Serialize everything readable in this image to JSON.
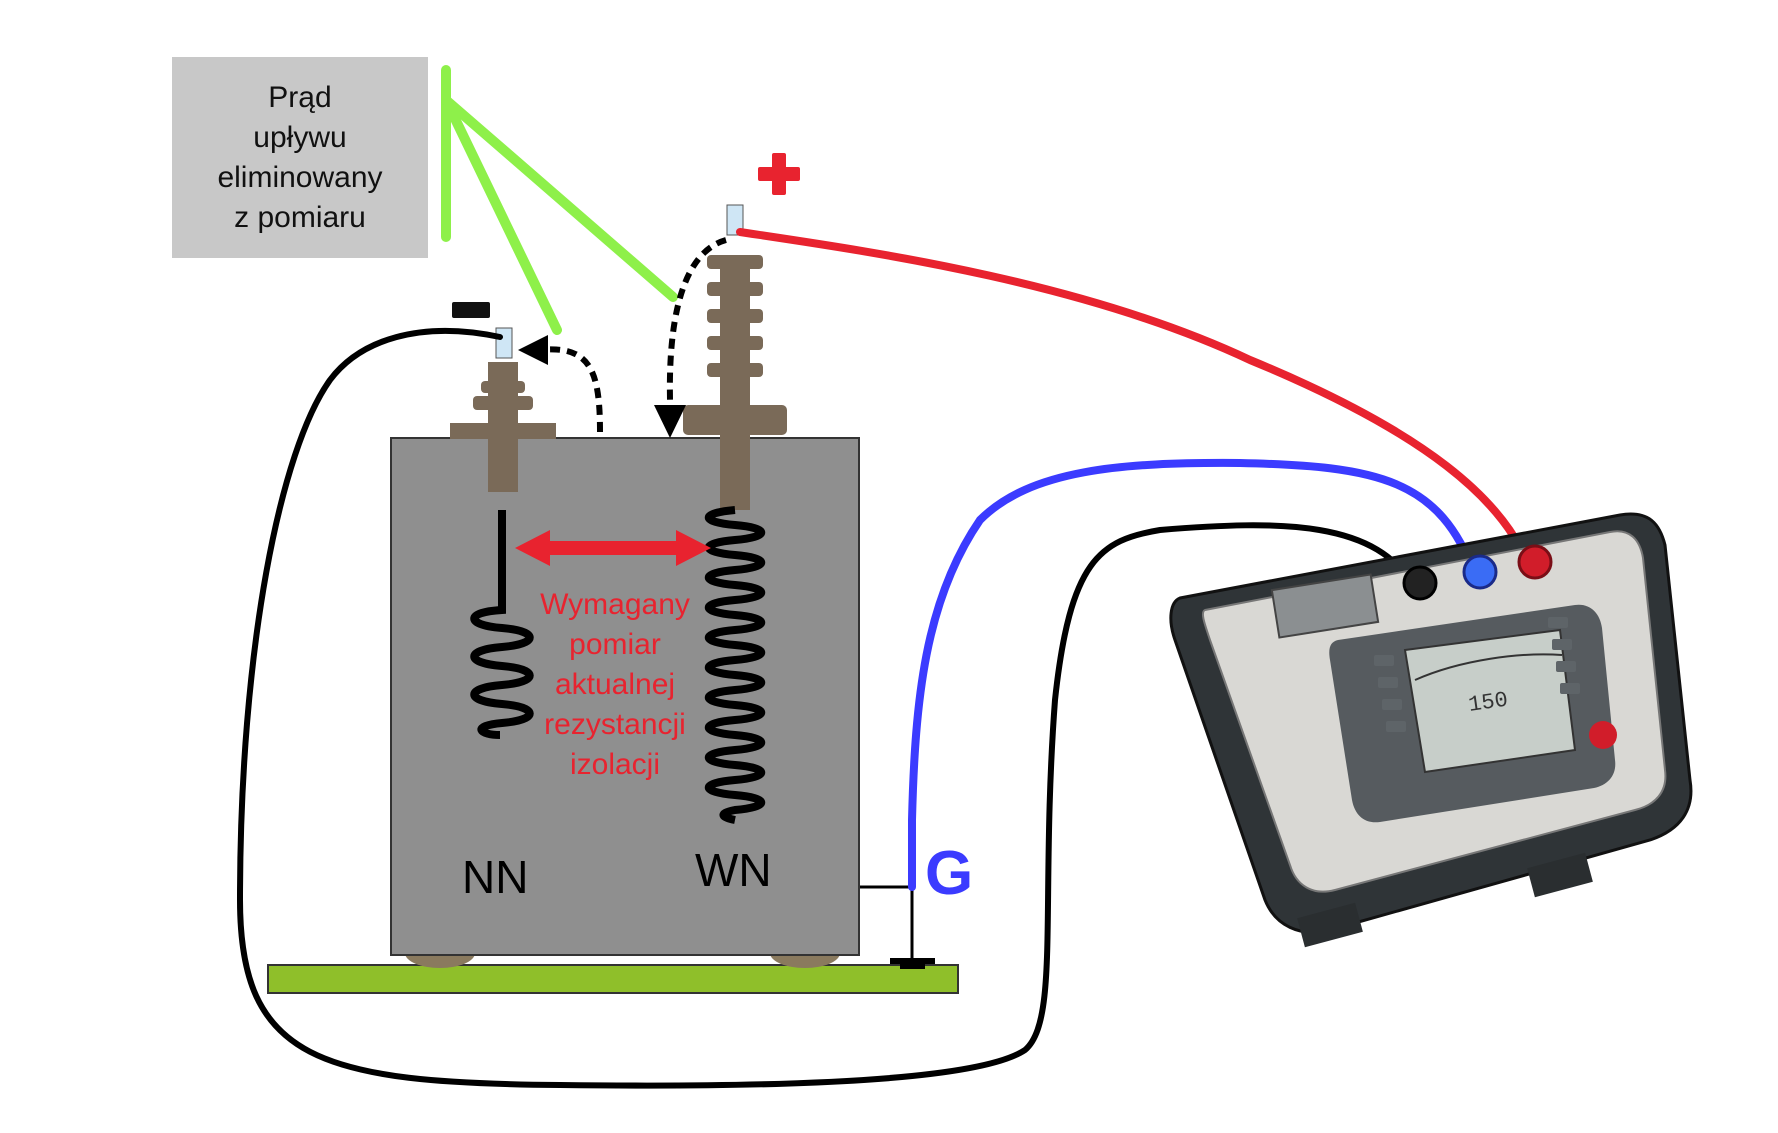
{
  "leakage_box": {
    "text": "Prąd\nupływu\neliminowany\nz pomiaru"
  },
  "measurement_note": {
    "text": "Wymagany\npomiar\naktualnej\nrezystancji\nizolacji"
  },
  "windings": {
    "low_voltage": "NN",
    "high_voltage": "WN"
  },
  "guard_terminal": {
    "label": "G"
  },
  "polarity": {
    "positive_symbol": "plus",
    "negative_symbol": "minus"
  },
  "meter": {
    "display_reading": "150"
  },
  "colors": {
    "positive_lead": "#e8232f",
    "guard_lead": "#3b3bff",
    "negative_lead": "#000000",
    "leakage_lines": "#8ef04a",
    "tank": "#8f8f8f",
    "bushing": "#7a6a58",
    "ground_plate": "#8fbf2a",
    "annotation_red": "#e8232f"
  }
}
